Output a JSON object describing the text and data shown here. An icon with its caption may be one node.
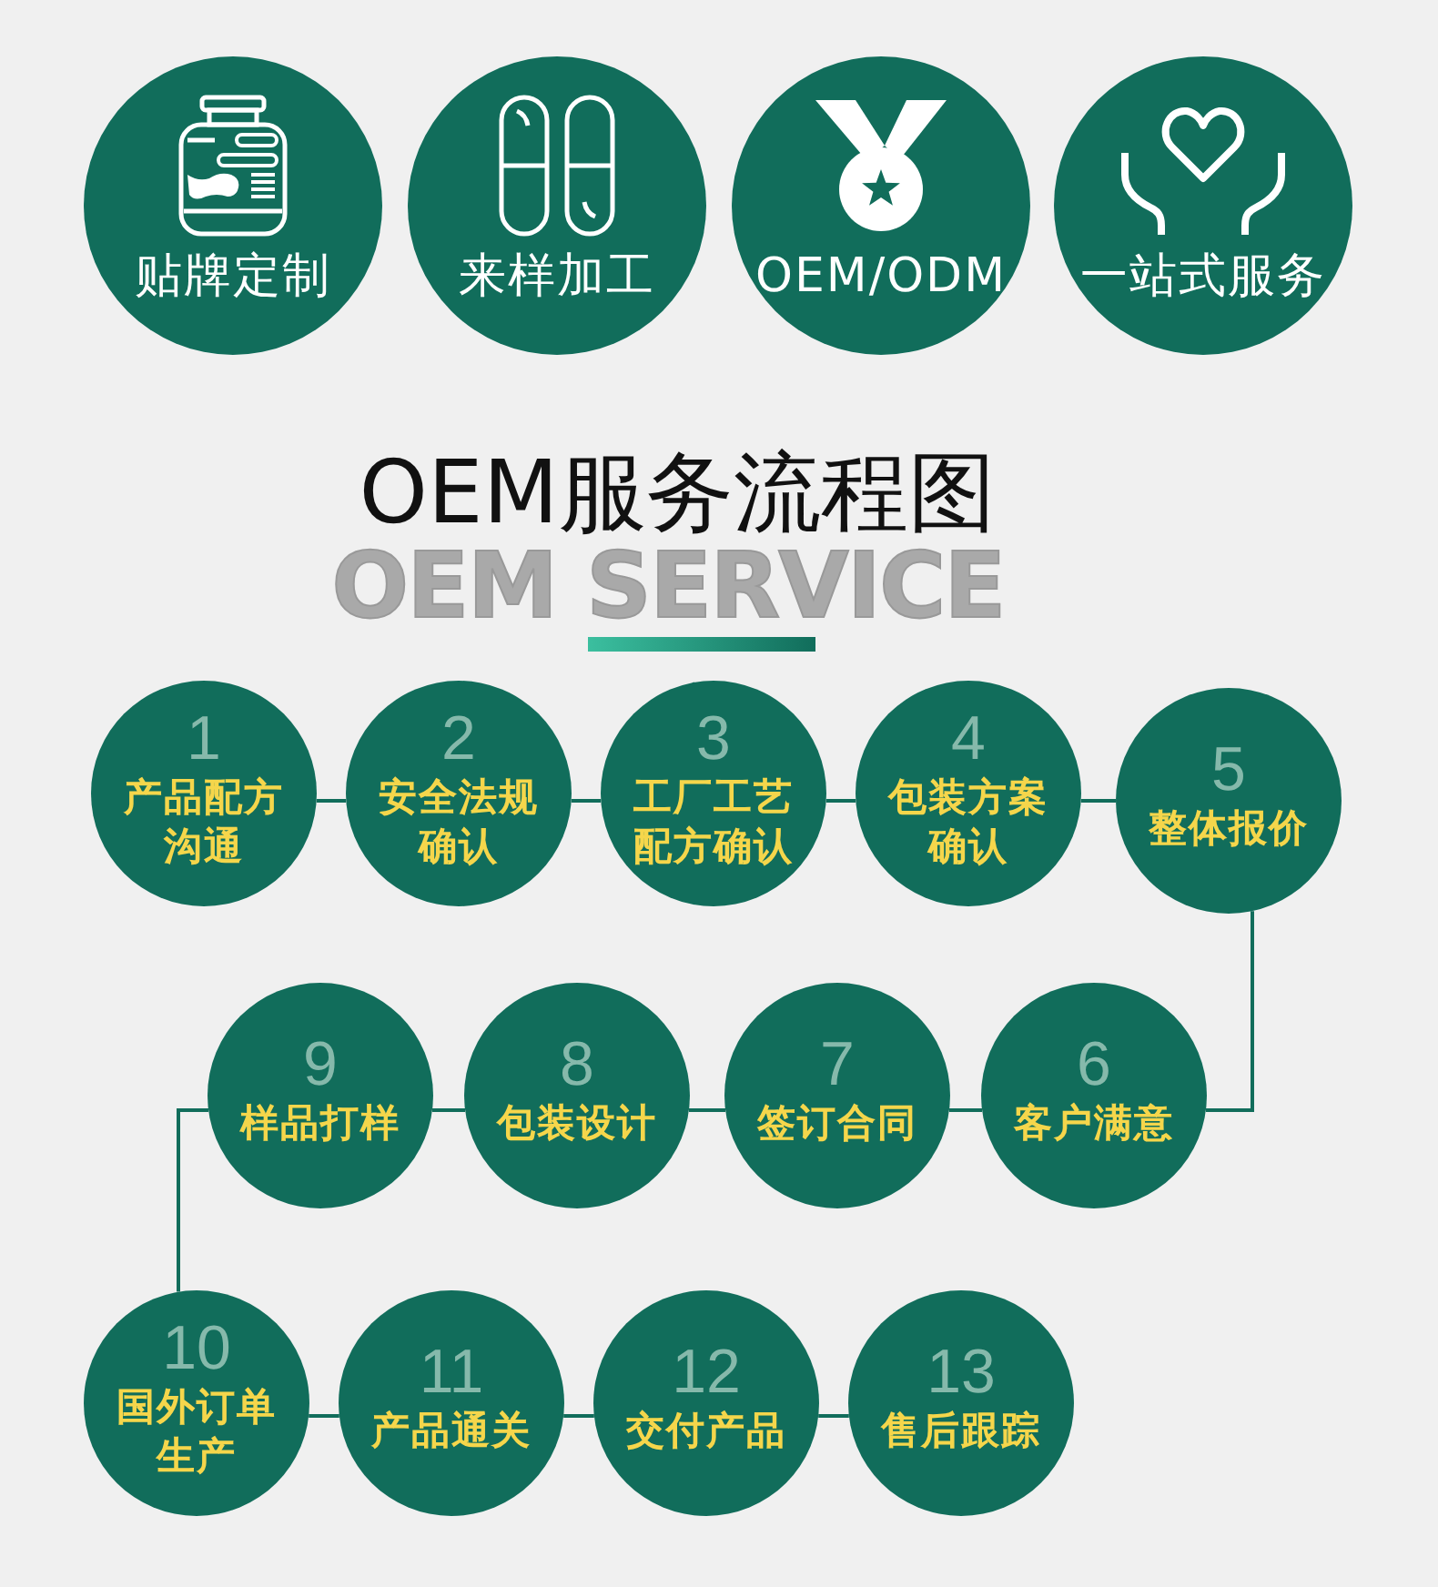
{
  "diagram": {
    "title": "OEM服务流程图",
    "nodes": [
      {
        "text": [
          "贴牌定制"
        ]
      },
      {
        "text": [
          "来样加工"
        ]
      },
      {
        "text": [
          "OEM/ODM"
        ]
      },
      {
        "text": [
          "一站式服务"
        ]
      },
      {
        "text": [
          "1",
          "产品配方沟通"
        ]
      },
      {
        "text": [
          "2",
          "安全法规确认"
        ]
      },
      {
        "text": [
          "3",
          "工厂工艺配方确认"
        ]
      },
      {
        "text": [
          "4",
          "包装方案确认"
        ]
      },
      {
        "text": [
          "5",
          "整体报价"
        ]
      },
      {
        "text": [
          "6",
          "客户满意"
        ]
      },
      {
        "text": [
          "7",
          "签订合同"
        ]
      },
      {
        "text": [
          "8",
          "包装设计"
        ]
      },
      {
        "text": [
          "9",
          "样品打样"
        ]
      },
      {
        "text": [
          "10",
          "国外订单生产"
        ]
      },
      {
        "text": [
          "11",
          "产品通关"
        ]
      },
      {
        "text": [
          "12",
          "交付产品"
        ]
      },
      {
        "text": [
          "13",
          "售后跟踪"
        ]
      }
    ],
    "edges": [
      {
        "from": 4,
        "to": 5,
        "arrow": "none"
      },
      {
        "from": 5,
        "to": 6,
        "arrow": "none"
      },
      {
        "from": 6,
        "to": 7,
        "arrow": "none"
      },
      {
        "from": 7,
        "to": 8,
        "arrow": "none"
      },
      {
        "from": 8,
        "to": 9,
        "arrow": "none"
      },
      {
        "from": 9,
        "to": 10,
        "arrow": "none"
      },
      {
        "from": 10,
        "to": 11,
        "arrow": "none"
      },
      {
        "from": 11,
        "to": 12,
        "arrow": "none"
      },
      {
        "from": 12,
        "to": 13,
        "arrow": "none"
      },
      {
        "from": 13,
        "to": 14,
        "arrow": "none"
      },
      {
        "from": 14,
        "to": 15,
        "arrow": "none"
      },
      {
        "from": 15,
        "to": 16,
        "arrow": "none"
      }
    ],
    "labels": [
      "OEM SERVICE"
    ]
  }
}
